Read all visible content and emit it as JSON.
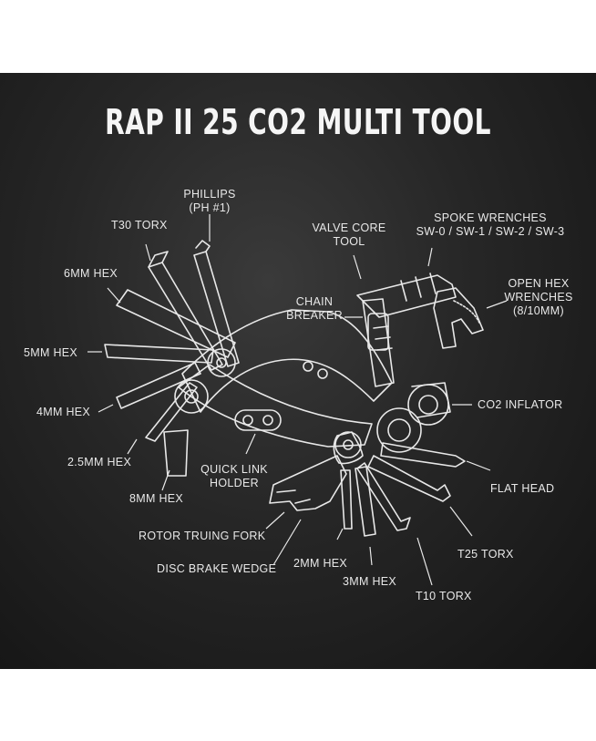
{
  "title": "RAP II 25 CO2 MULTI TOOL",
  "labels": {
    "phillips": "PHILLIPS",
    "phillips_size": "(PH #1)",
    "t30": "T30 TORX",
    "six_mm": "6MM HEX",
    "five_mm": "5MM HEX",
    "four_mm": "4MM HEX",
    "two_five_mm": "2.5MM HEX",
    "eight_mm": "8MM HEX",
    "quick_link_1": "QUICK LINK",
    "quick_link_2": "HOLDER",
    "rotor": "ROTOR TRUING FORK",
    "disc": "DISC BRAKE WEDGE",
    "two_mm": "2MM HEX",
    "three_mm": "3MM HEX",
    "t10": "T10 TORX",
    "t25": "T25 TORX",
    "flat": "FLAT HEAD",
    "co2": "CO2 INFLATOR",
    "open_hex_1": "OPEN HEX",
    "open_hex_2": "WRENCHES",
    "open_hex_3": "(8/10MM)",
    "spoke_1": "SPOKE WRENCHES",
    "spoke_2": "SW-0 / SW-1 / SW-2 / SW-3",
    "valve_1": "VALVE CORE",
    "valve_2": "TOOL",
    "chain_1": "CHAIN",
    "chain_2": "BREAKER"
  },
  "colors": {
    "background": "#1c1c1c",
    "line": "#e8e8e8",
    "text": "#e8e8e8"
  }
}
